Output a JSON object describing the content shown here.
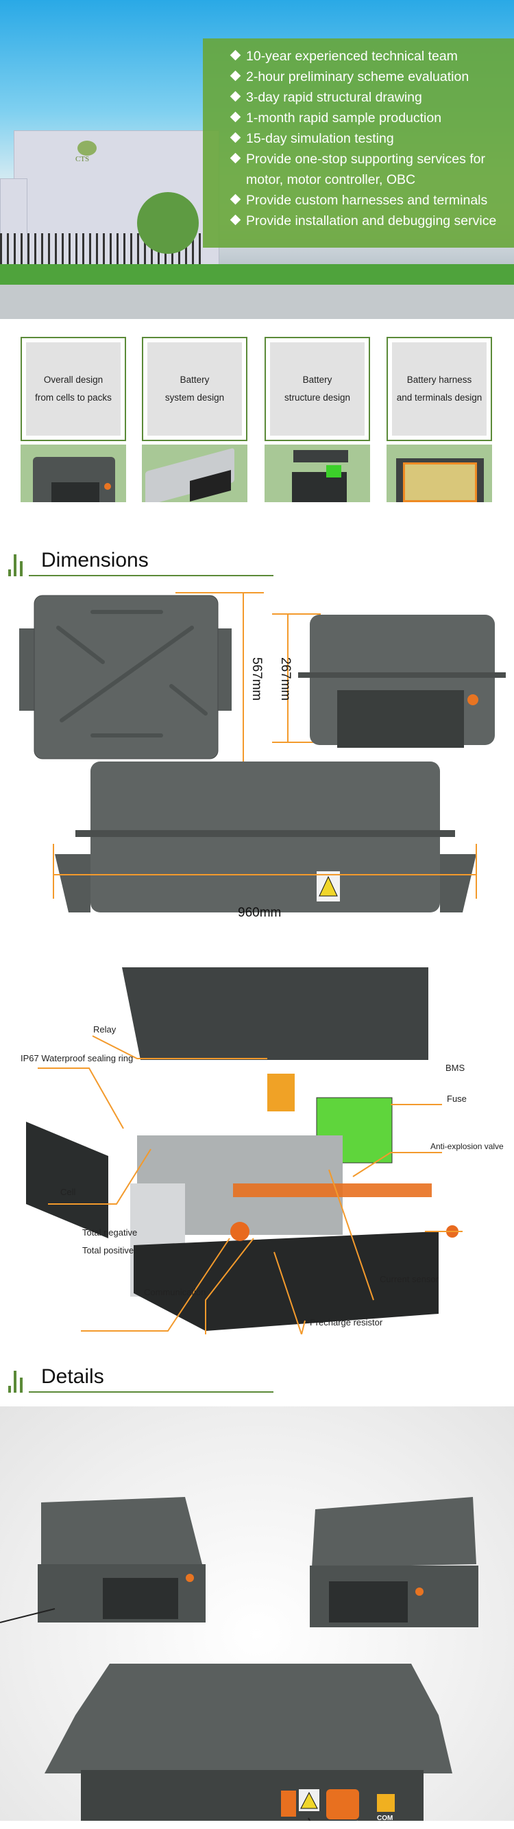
{
  "hero": {
    "logo_text": "CTS",
    "features": [
      "10-year experienced technical team",
      "2-hour preliminary scheme evaluation",
      "3-day rapid structural drawing",
      "1-month rapid sample production",
      "15-day simulation testing",
      "Provide one-stop supporting services for",
      "motor, motor controller, OBC",
      "Provide custom harnesses and terminals",
      "Provide installation and debugging service"
    ]
  },
  "design_cards": [
    {
      "line1": "Overall design",
      "line2": "from cells to packs"
    },
    {
      "line1": "Battery",
      "line2": "system design"
    },
    {
      "line1": "Battery",
      "line2": "structure design"
    },
    {
      "line1": "Battery harness",
      "line2": "and terminals design"
    }
  ],
  "dimensions": {
    "heading": "Dimensions",
    "length": "567mm",
    "height": "267mm",
    "width": "960mm"
  },
  "exploded": {
    "labels": {
      "relay": "Relay",
      "sealing": "IP67 Waterproof sealing ring",
      "bms": "BMS",
      "fuse": "Fuse",
      "valve": "Anti-explosion valve",
      "cell": "Cell",
      "neg": "Total negative",
      "pos": "Total positive",
      "comm": "Communication",
      "sensor": "Current sensor",
      "precharge": "Precharge resistor"
    }
  },
  "details": {
    "heading": "Details",
    "connector_minus": "-",
    "connector_plus": "+",
    "com_label": "COM"
  },
  "colors": {
    "brand_green": "#5b8a38",
    "accent_orange": "#f39a2c",
    "housing_gray": "#5c6260"
  }
}
